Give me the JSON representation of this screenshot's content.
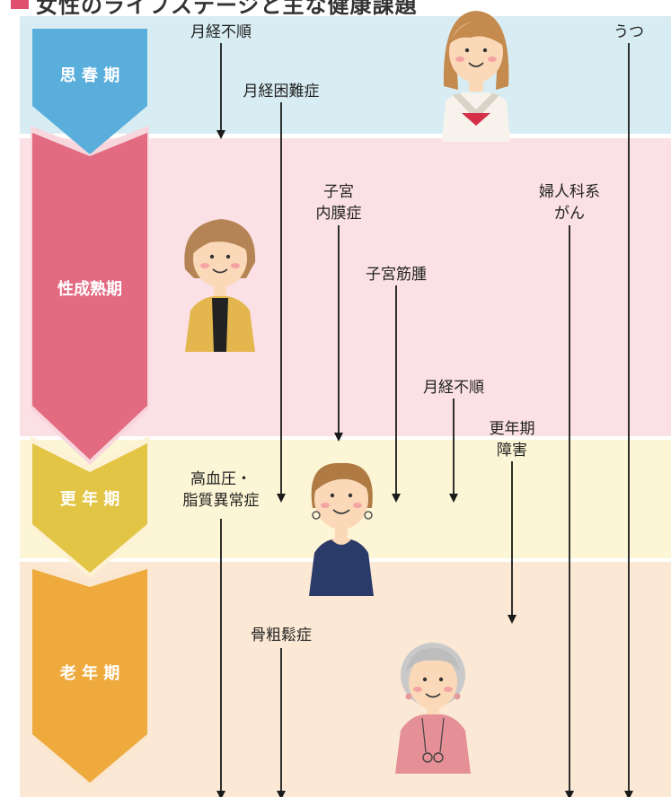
{
  "title": "女性のライフステージと主な健康課題",
  "stages": [
    {
      "label": "思 春 期",
      "color": "#5aaedc"
    },
    {
      "label": "性成熟期",
      "color": "#e26b82"
    },
    {
      "label": "更 年 期",
      "color": "#e3c545"
    },
    {
      "label": "老 年 期",
      "color": "#eeaa3c"
    }
  ],
  "issues": {
    "menstrual_irregularity_1": "月経不順",
    "dysmenorrhea": "月経困難症",
    "endometriosis_line1": "子宮",
    "endometriosis_line2": "内膜症",
    "fibroids": "子宮筋腫",
    "menstrual_irregularity_2": "月経不順",
    "menopause_line1": "更年期",
    "menopause_line2": "障害",
    "hypertension_line1": "高血圧・",
    "hypertension_line2": "脂質異常症",
    "osteoporosis": "骨粗鬆症",
    "gyn_cancer_line1": "婦人科系",
    "gyn_cancer_line2": "がん",
    "depression": "うつ"
  },
  "colors": {
    "band_puberty": "#d8edf3",
    "band_mature": "#fbe0e5",
    "band_menopause": "#fdf6d6",
    "band_elderly": "#fbe9d6",
    "arrow": "#1a1a1a"
  },
  "illustrations": [
    "girl-in-sailor-uniform",
    "young-woman-cardigan",
    "middle-aged-woman",
    "elderly-woman-glasses"
  ]
}
